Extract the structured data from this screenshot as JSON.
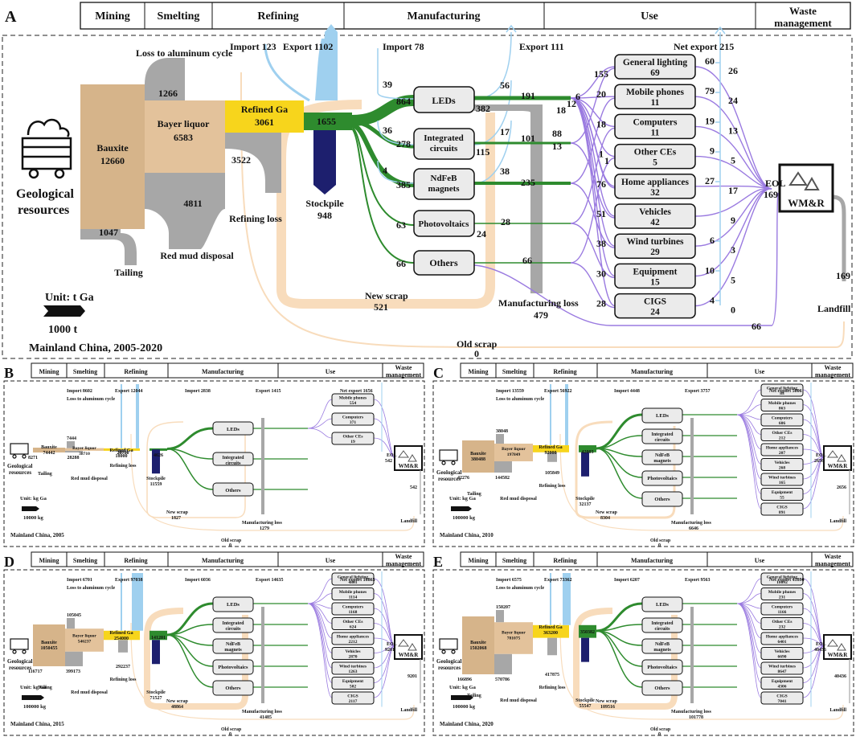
{
  "colors": {
    "mining": "#d6b48a",
    "bayer": "#e3c29b",
    "gray": "#a7a7a7",
    "refined": "#f7d51c",
    "import": "#9fd0ef",
    "green": "#2e8b2e",
    "navy": "#1d1f6e",
    "scrap": "#f8dcbc",
    "purple": "#9a7ae0",
    "box": "#ebebeb"
  },
  "panelA": {
    "label": "A",
    "stages": [
      "Mining",
      "Smelting",
      "Refining",
      "Manufacturing",
      "Use",
      "Waste management"
    ],
    "loss_aluminum": "Loss to aluminum cycle",
    "loss_aluminum_val": "1266",
    "geo": "Geological resources",
    "bauxite": "Bauxite",
    "bauxite_val": "12660",
    "bayer": "Bayer liquor",
    "bayer_val": "6583",
    "refined": "Refined Ga",
    "refined_val": "3061",
    "red_val": "4811",
    "red_label": "Red mud disposal",
    "refining_val": "3522",
    "refining_label": "Refining loss",
    "tailing_val": "1047",
    "tailing_label": "Tailing",
    "import_ref": "Import  123",
    "export_ref": "Export  1102",
    "import_man": "Import  78",
    "export_man": "Export  111",
    "net_export": "Net export  215",
    "green_val": "1655",
    "stockpile": "Stockpile",
    "stockpile_val": "948",
    "leds": "LEDs",
    "ic": "Integrated circuits",
    "ndfeb": "NdFeB magnets",
    "pv": "Photovoltaics",
    "others": "Others",
    "in_leds": "864",
    "in_ic": "278",
    "in_ndfeb": "385",
    "in_pv": "63",
    "in_others": "66",
    "imp_leds": "39",
    "imp_ic": "36",
    "imp_ndfeb": "4",
    "exp_leds": "56",
    "exp_ic": "17",
    "exp_ndfeb": "38",
    "loss_leds": "382",
    "loss_ic": "115",
    "loss_pv": "24",
    "out_leds": "191",
    "out_ic": "101",
    "out_ndfeb": "235",
    "out_pv": "28",
    "out_others": "66",
    "mid_labels": [
      "6",
      "18",
      "12",
      "88",
      "13",
      "1"
    ],
    "uses": [
      {
        "name": "General lighting",
        "val": "69",
        "in": "155",
        "exp": "60",
        "eol": "26"
      },
      {
        "name": "Mobile phones",
        "val": "11",
        "in": "20",
        "exp": "79",
        "eol": "24"
      },
      {
        "name": "Computers",
        "val": "11",
        "in": "18",
        "exp": "19",
        "eol": "13"
      },
      {
        "name": "Other CEs",
        "val": "5",
        "in": "1",
        "exp": "9",
        "eol": "5"
      },
      {
        "name": "Home appliances",
        "val": "32",
        "in": "76",
        "exp": "27",
        "eol": "17"
      },
      {
        "name": "Vehicles",
        "val": "42",
        "in": "51",
        "exp": "",
        "eol": "9"
      },
      {
        "name": "Wind turbines",
        "val": "29",
        "in": "38",
        "exp": "6",
        "eol": "3"
      },
      {
        "name": "Equipment",
        "val": "15",
        "in": "30",
        "exp": "10",
        "eol": "5"
      },
      {
        "name": "CIGS",
        "val": "24",
        "in": "28",
        "exp": "4",
        "eol": "0"
      }
    ],
    "eol": "EOL",
    "eol_val": "169",
    "wmr": "WM&R",
    "landfill": "Landfill",
    "landfill_val": "169",
    "newscrap": "New scrap",
    "newscrap_val": "521",
    "manloss": "Manufacturing loss",
    "manloss_val": "479",
    "oldscrap": "Old scrap",
    "oldscrap_val": "0",
    "others_bottom": "66",
    "unit": "Unit: t Ga",
    "unit_scale": "1000 t",
    "region": "Mainland China, 2005-2020"
  },
  "panels": [
    {
      "label": "B",
      "region": "Mainland China, 2005",
      "unit": "Unit: kg Ga",
      "scale": "10000 kg",
      "bauxite": "Bauxite",
      "bauxite_val": "74442",
      "bayer": "Bayer liquor",
      "bayer_val": "38710",
      "refined": "Refined Ga",
      "refined_val": "18000",
      "imp": "Import  8602",
      "exp": "Export  12044",
      "imp2": "Import  2838",
      "exp2": "Export  1415",
      "net": "Net export  1656",
      "loss": "Loss to aluminum cycle",
      "loss_val": "7444",
      "red": "28288",
      "refl": "20710",
      "tail": "8271",
      "stock": "11559",
      "green": "4626",
      "newscrap": "1827",
      "manloss": "1279",
      "old": "0",
      "eol": "542",
      "landfill": "542",
      "boxes": [
        "LEDs",
        "Integrated circuits",
        "Others"
      ],
      "uses": [
        {
          "n": "Mobile phones",
          "v": "554"
        },
        {
          "n": "Computers",
          "v": "371"
        },
        {
          "n": "Other CEs",
          "v": "19"
        }
      ]
    },
    {
      "label": "C",
      "region": "Mainland China, 2010",
      "unit": "Unit: kg Ga",
      "scale": "100000 kg",
      "bauxite": "Bauxite",
      "bauxite_val": "380488",
      "bayer": "Bayer liquor",
      "bayer_val": "197849",
      "refined": "Refined Ga",
      "refined_val": "92000",
      "imp": "Import  13559",
      "exp": "Export  56922",
      "imp2": "Import  4448",
      "exp2": "Export  3757",
      "net": "Net export  5006",
      "loss": "Loss to aluminum cycle",
      "loss_val": "38048",
      "red": "144582",
      "refl": "105849",
      "tail": "42276",
      "stock": "32137",
      "green": "42003",
      "newscrap": "8304",
      "manloss": "6646",
      "old": "0",
      "eol": "2656",
      "landfill": "2656",
      "boxes": [
        "LEDs",
        "Integrated circuits",
        "NdFeB magnets",
        "Photovoltaics",
        "Others"
      ],
      "uses": [
        {
          "n": "General lighting",
          "v": "83"
        },
        {
          "n": "Mobile phones",
          "v": "863"
        },
        {
          "n": "Computers",
          "v": "606"
        },
        {
          "n": "Other CEs",
          "v": "212"
        },
        {
          "n": "Home appliances",
          "v": "207"
        },
        {
          "n": "Vehicles",
          "v": "268"
        },
        {
          "n": "Wind turbines",
          "v": "165"
        },
        {
          "n": "Equipment",
          "v": "55"
        },
        {
          "n": "CIGS",
          "v": "891"
        }
      ]
    },
    {
      "label": "D",
      "region": "Mainland China, 2015",
      "unit": "Unit: kg Ga",
      "scale": "100000 kg",
      "bauxite": "Bauxite",
      "bauxite_val": "1050455",
      "bayer": "Bayer liquor",
      "bayer_val": "546237",
      "refined": "Refined Ga",
      "refined_val": "254000",
      "imp": "Import  6701",
      "exp": "Export  97038",
      "imp2": "Import  6036",
      "exp2": "Export  14635",
      "net": "Net export  16865",
      "loss": "Loss to aluminum cycle",
      "loss_val": "105045",
      "red": "399173",
      "refl": "292237",
      "tail": "116717",
      "stock": "71527",
      "green": "141201",
      "newscrap": "48864",
      "manloss": "41485",
      "old": "0",
      "eol": "9201",
      "landfill": "9201",
      "boxes": [
        "LEDs",
        "Integrated circuits",
        "NdFeB magnets",
        "Photovoltaics",
        "Others"
      ],
      "uses": [
        {
          "n": "General lighting",
          "v": "4801"
        },
        {
          "n": "Mobile phones",
          "v": "1114"
        },
        {
          "n": "Computers",
          "v": "1168"
        },
        {
          "n": "Other CEs",
          "v": "624"
        },
        {
          "n": "Home appliances",
          "v": "2212"
        },
        {
          "n": "Vehicles",
          "v": "2870"
        },
        {
          "n": "Wind turbines",
          "v": "1263"
        },
        {
          "n": "Equipment",
          "v": "502"
        },
        {
          "n": "CIGS",
          "v": "2117"
        }
      ]
    },
    {
      "label": "E",
      "region": "Mainland China, 2020",
      "unit": "Unit: kg Ga",
      "scale": "100000 kg",
      "bauxite": "Bauxite",
      "bauxite_val": "1502068",
      "bayer": "Bayer liquor",
      "bayer_val": "781075",
      "refined": "Refined Ga",
      "refined_val": "363200",
      "imp": "Import  6575",
      "exp": "Export  73362",
      "imp2": "Import  6207",
      "exp2": "Export  9563",
      "net": "Net export  41890",
      "loss": "Loss to aluminum cycle",
      "loss_val": "150207",
      "red": "570786",
      "refl": "417875",
      "tail": "166896",
      "stock": "55547",
      "green": "350382",
      "newscrap": "109516",
      "manloss": "101778",
      "old": "0",
      "eol": "40436",
      "landfill": "40436",
      "boxes": [
        "LEDs",
        "Integrated circuits",
        "NdFeB magnets",
        "Photovoltaics",
        "Others"
      ],
      "uses": [
        {
          "n": "General lighting",
          "v": "18692"
        },
        {
          "n": "Mobile phones",
          "v": "231"
        },
        {
          "n": "Computers",
          "v": "1166"
        },
        {
          "n": "Other CEs",
          "v": "232"
        },
        {
          "n": "Home appliances",
          "v": "6401"
        },
        {
          "n": "Vehicles",
          "v": "6690"
        },
        {
          "n": "Wind turbines",
          "v": "8647"
        },
        {
          "n": "Equipment",
          "v": "4306"
        },
        {
          "n": "CIGS",
          "v": "7041"
        }
      ]
    }
  ]
}
